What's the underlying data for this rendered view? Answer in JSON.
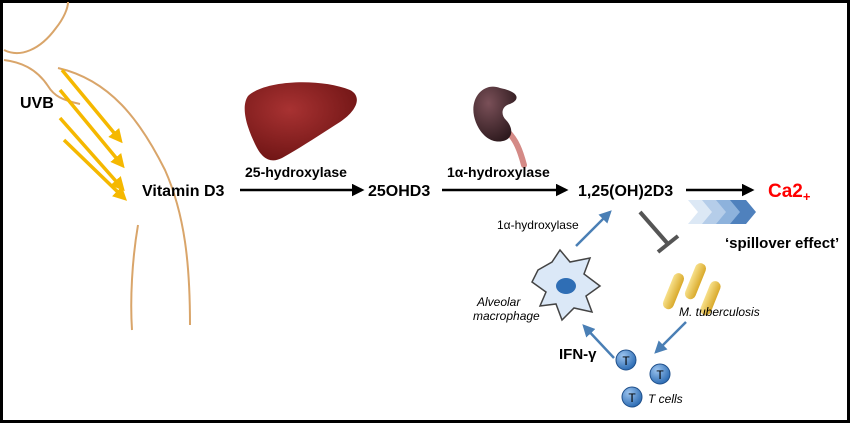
{
  "labels": {
    "uvb": "UVB",
    "vitamin_d3": "Vitamin D3",
    "hydroxylase_25": "25-hydroxylase",
    "ohd3_25": "25OHD3",
    "hydroxylase_1a": "1α-hydroxylase",
    "calcitriol": "1,25(OH)2D3",
    "calcium": "Ca2",
    "calcium_sub": "+",
    "spillover": "‘spillover effect’",
    "hydroxylase_1a_macrophage": "1α-hydroxylase",
    "alveolar": "Alveolar",
    "macrophage": "macrophage",
    "m_tuberculosis": "M. tuberculosis",
    "ifn_gamma": "IFN-γ",
    "t_letter": "T",
    "t_cells": "T cells"
  },
  "colors": {
    "skin_outline": "#d9a56a",
    "uv_arrow": "#f5b800",
    "liver": "#8b1c1c",
    "kidney": "#4a2a30",
    "ureter": "#d48a86",
    "calcium": "#ff0000",
    "chevron": "#4f81bd",
    "blue_arrow": "#4a7fb5",
    "t_cell": "#4a86c8",
    "inhibitor": "#555555",
    "bacteria": "#e8c24a"
  }
}
